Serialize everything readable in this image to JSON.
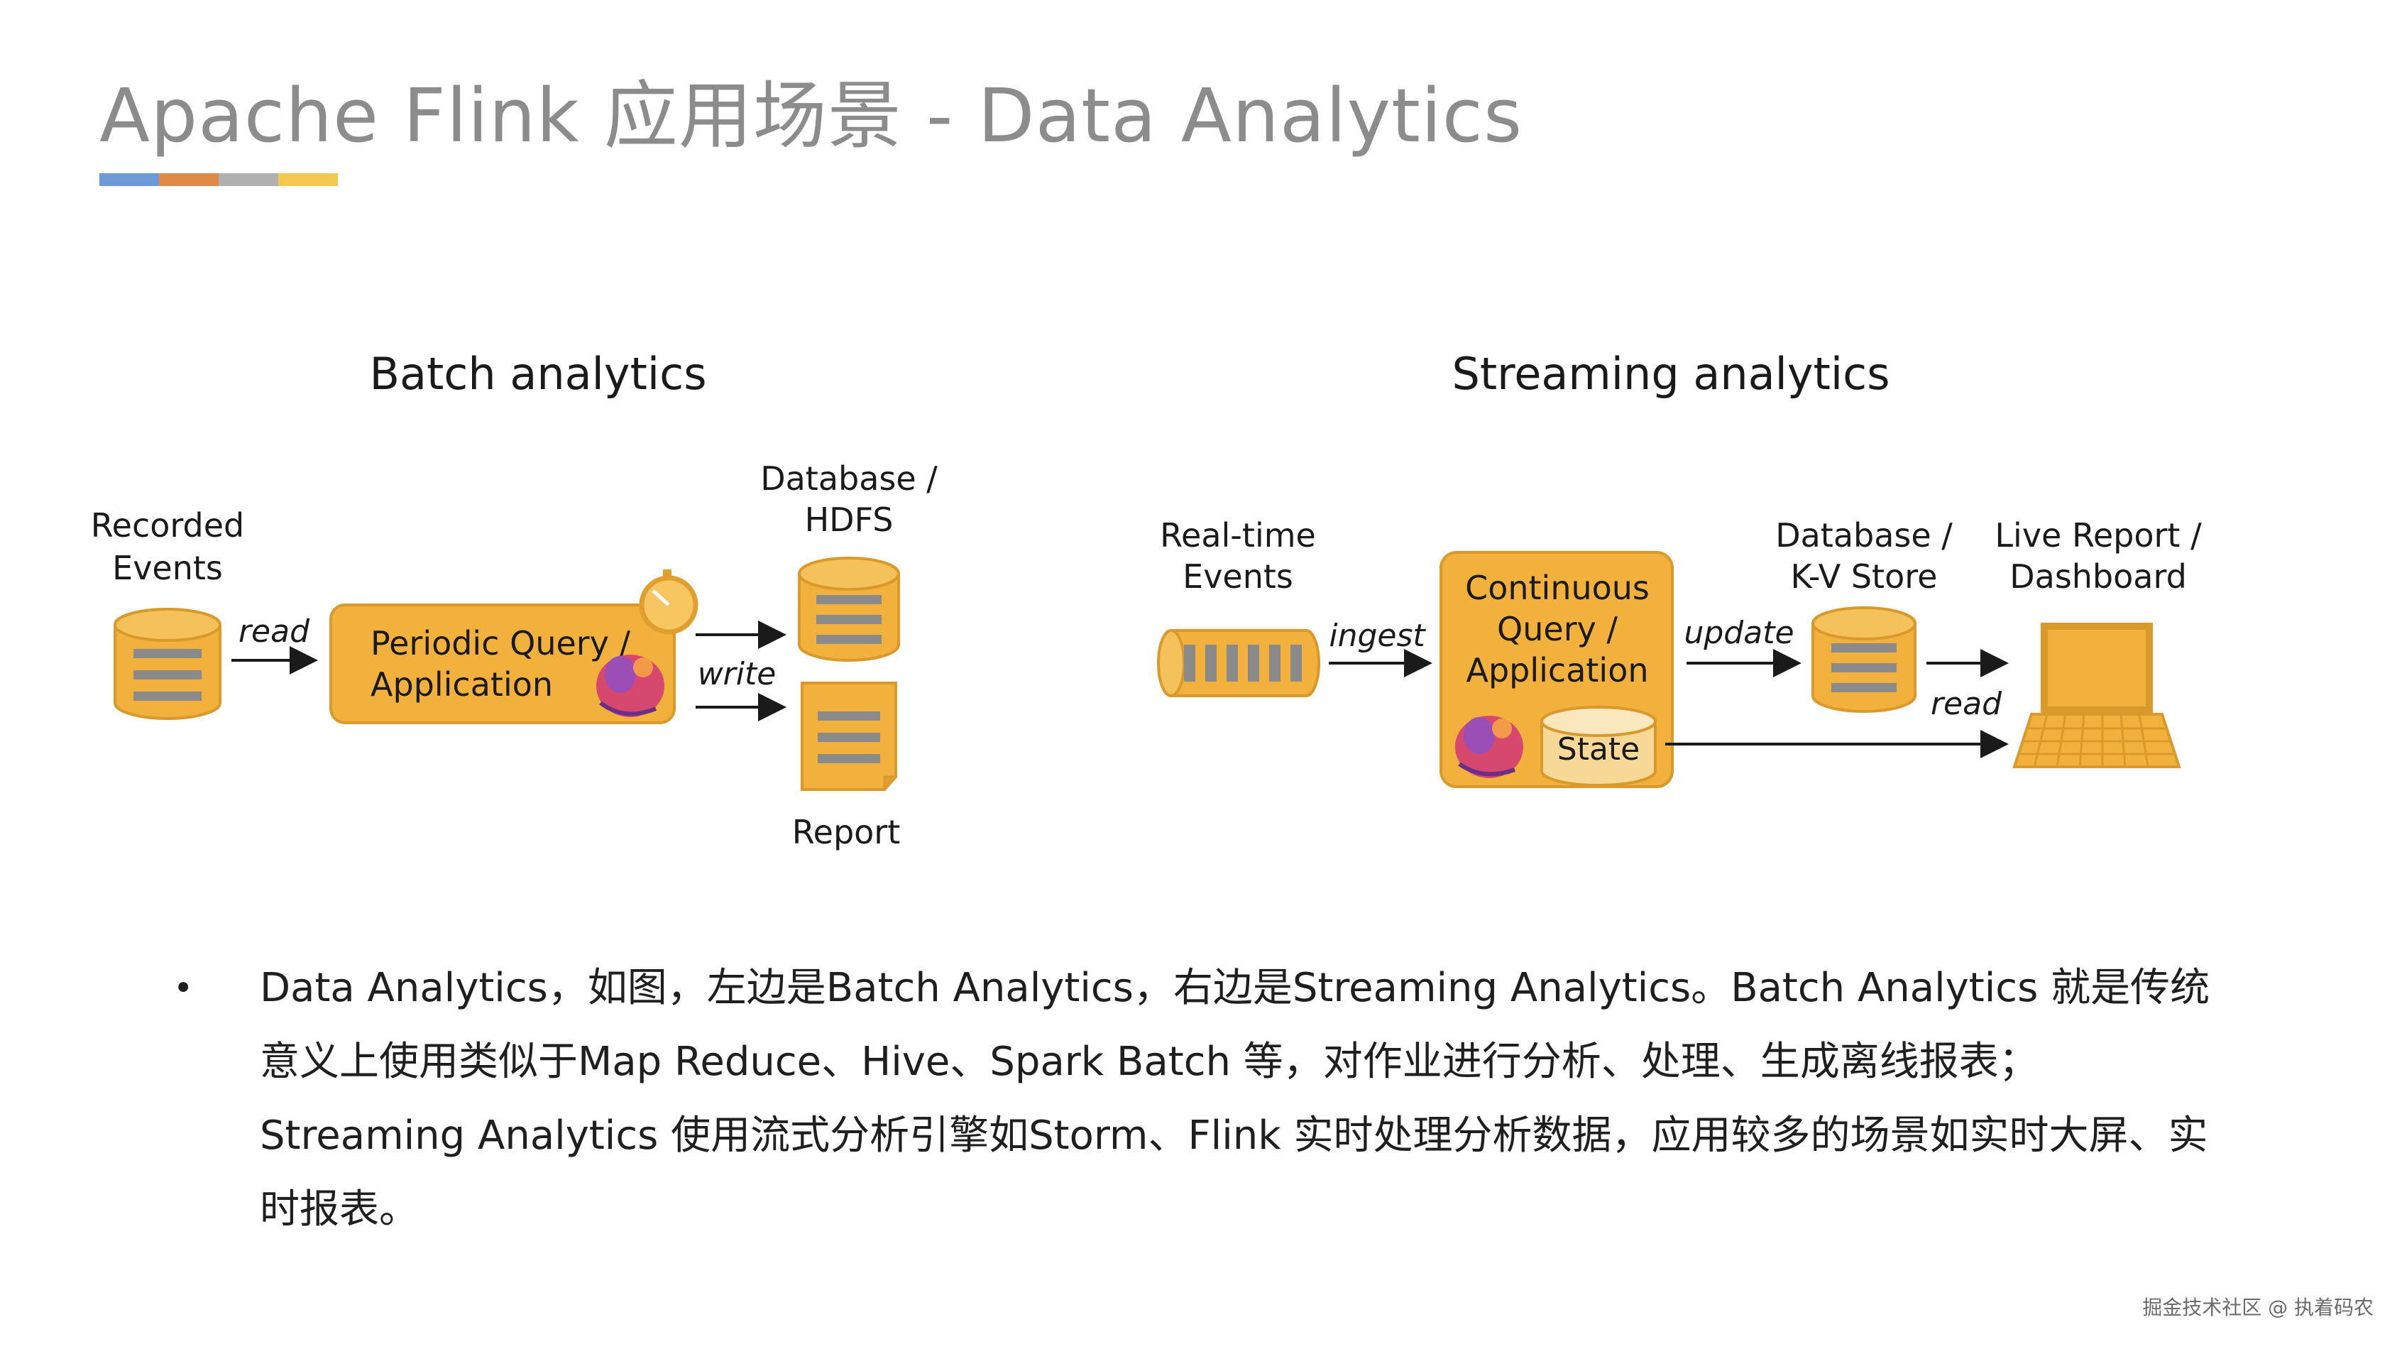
{
  "slide": {
    "title": "Apache Flink 应用场景 - Data Analytics",
    "accent_colors": [
      "#6f9ad8",
      "#e08a48",
      "#b0b0b0",
      "#f2c94c"
    ]
  },
  "batch": {
    "heading": "Batch analytics",
    "recorded_events": [
      "Recorded",
      "Events"
    ],
    "read_label": "read",
    "query_box": [
      "Periodic Query /",
      "Application"
    ],
    "write_label": "write",
    "database": [
      "Database /",
      "HDFS"
    ],
    "report": "Report"
  },
  "streaming": {
    "heading": "Streaming analytics",
    "realtime_events": [
      "Real-time",
      "Events"
    ],
    "ingest_label": "ingest",
    "query_box": [
      "Continuous",
      "Query /",
      "Application"
    ],
    "state_label": "State",
    "update_label": "update",
    "database": [
      "Database /",
      "K-V Store"
    ],
    "read_label": "read",
    "dashboard": [
      "Live Report /",
      "Dashboard"
    ]
  },
  "colors": {
    "orange_fill": "#f2b13c",
    "orange_stroke": "#d99a2b",
    "stripe": "#8a8a8a"
  },
  "bullet": {
    "text": "Data Analytics，如图，左边是Batch Analytics，右边是Streaming Analytics。Batch Analytics 就是传统意义上使用类似于Map Reduce、Hive、Spark Batch 等，对作业进行分析、处理、生成离线报表；Streaming Analytics 使用流式分析引擎如Storm、Flink 实时处理分析数据，应用较多的场景如实时大屏、实时报表。"
  },
  "watermark": "掘金技术社区 @ 执着码农"
}
